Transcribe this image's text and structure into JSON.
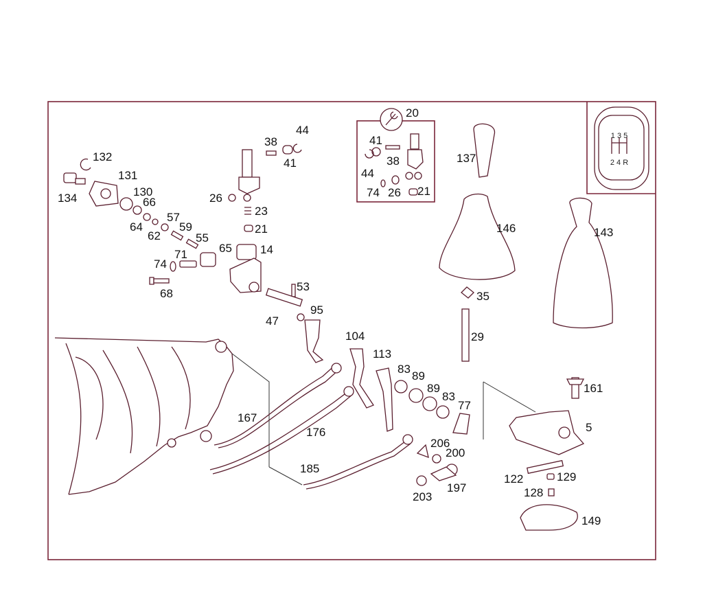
{
  "colors": {
    "frame": "#7a2538",
    "parts": "#5a1e2e",
    "labels": "#111111",
    "background": "#ffffff"
  },
  "shift_pattern": {
    "top": "1 3 5",
    "bottom": "2 4 R"
  },
  "labels": {
    "p20": "20",
    "p41a": "41",
    "p38a": "38",
    "p44a": "44",
    "p74a": "74",
    "p26a": "26",
    "p21a": "21",
    "p38b": "38",
    "p44b": "44",
    "p41b": "41",
    "p26b": "26",
    "p23": "23",
    "p21b": "21",
    "p132": "132",
    "p131": "131",
    "p134": "134",
    "p130": "130",
    "p66": "66",
    "p64": "64",
    "p57": "57",
    "p62": "62",
    "p59": "59",
    "p55": "55",
    "p71": "71",
    "p65": "65",
    "p14": "14",
    "p74b": "74",
    "p68": "68",
    "p53": "53",
    "p47": "47",
    "p95": "95",
    "p137": "137",
    "p146": "146",
    "p143": "143",
    "p35": "35",
    "p29": "29",
    "p104": "104",
    "p113": "113",
    "p83a": "83",
    "p89a": "89",
    "p89b": "89",
    "p83b": "83",
    "p77": "77",
    "p161": "161",
    "p5": "5",
    "p167": "167",
    "p176": "176",
    "p185": "185",
    "p206": "206",
    "p200": "200",
    "p197": "197",
    "p203": "203",
    "p122": "122",
    "p129": "129",
    "p128": "128",
    "p149": "149"
  }
}
